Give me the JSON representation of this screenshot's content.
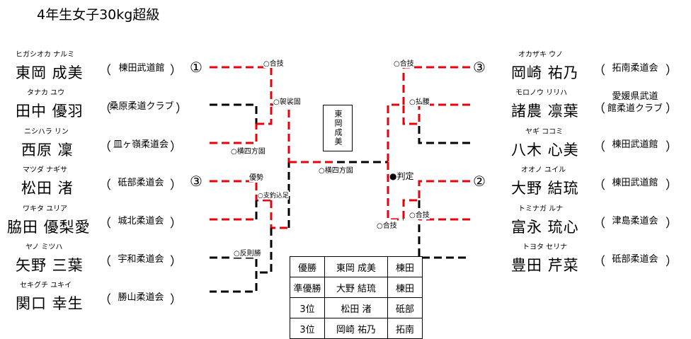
{
  "title": "4年生女子30kg超級",
  "left_players": [
    {
      "kana": "ヒガシオカ ナルミ",
      "name": "東岡 成美",
      "club": "棟田武道館",
      "seed": "①"
    },
    {
      "kana": "タナカ ユウ",
      "name": "田中 優羽",
      "club": "桑原柔道クラブ",
      "seed": ""
    },
    {
      "kana": "ニシハラ リン",
      "name": "西原 凜",
      "club": "皿ヶ嶺柔道会",
      "seed": ""
    },
    {
      "kana": "マツダ ナギサ",
      "name": "松田 渚",
      "club": "砥部柔道会",
      "seed": "③"
    },
    {
      "kana": "ワキタ ユリア",
      "name": "脇田 優梨愛",
      "club": "城北柔道会",
      "seed": ""
    },
    {
      "kana": "ヤノ ミツハ",
      "name": "矢野 三葉",
      "club": "宇和柔道会",
      "seed": ""
    },
    {
      "kana": "セキグチ ユキイ",
      "name": "関口 幸生",
      "club": "勝山柔道会",
      "seed": ""
    }
  ],
  "right_players": [
    {
      "kana": "オカザキ ウノ",
      "name": "岡崎 祐乃",
      "club": "拓南柔道会",
      "seed": "③"
    },
    {
      "kana": "モロノウ リリハ",
      "name": "諸農 凛葉",
      "club": "愛媛県武道\n館柔道クラブ",
      "seed": ""
    },
    {
      "kana": "ヤギ ココミ",
      "name": "八木 心美",
      "club": "棟田武道館",
      "seed": ""
    },
    {
      "kana": "オオノ ユイル",
      "name": "大野 結琉",
      "club": "棟田武道館",
      "seed": "②"
    },
    {
      "kana": "トミナガ ルナ",
      "name": "富永 琉心",
      "club": "津島柔道会",
      "seed": ""
    },
    {
      "kana": "トヨタ セリナ",
      "name": "豊田 芹菜",
      "club": "砥部柔道会",
      "seed": ""
    }
  ],
  "paren_open": "（",
  "paren_close": "）",
  "winner_box": "東岡成美",
  "marks": {
    "l_r1": "○合技",
    "l_r2": "○袈裟固",
    "l_r3": "○横四方固",
    "l_r4": "優勢",
    "l_r5": "○支釣込足",
    "l_r6": "○反則勝",
    "final": "○横四方固",
    "r_r1": "○合技",
    "r_r2": "○払腰",
    "r_r3": "●判定",
    "r_r4": "○合技",
    "r_r5": "○合技"
  },
  "results": [
    {
      "rank": "優勝",
      "name": "東岡 成美",
      "club": "棟田"
    },
    {
      "rank": "準優勝",
      "name": "大野 結琉",
      "club": "棟田"
    },
    {
      "rank": "3位",
      "name": "松田 渚",
      "club": "砥部"
    },
    {
      "rank": "3位",
      "name": "岡崎 祐乃",
      "club": "拓南"
    }
  ],
  "colors": {
    "winner_line": "#e8000b",
    "loser_line": "#000000"
  }
}
